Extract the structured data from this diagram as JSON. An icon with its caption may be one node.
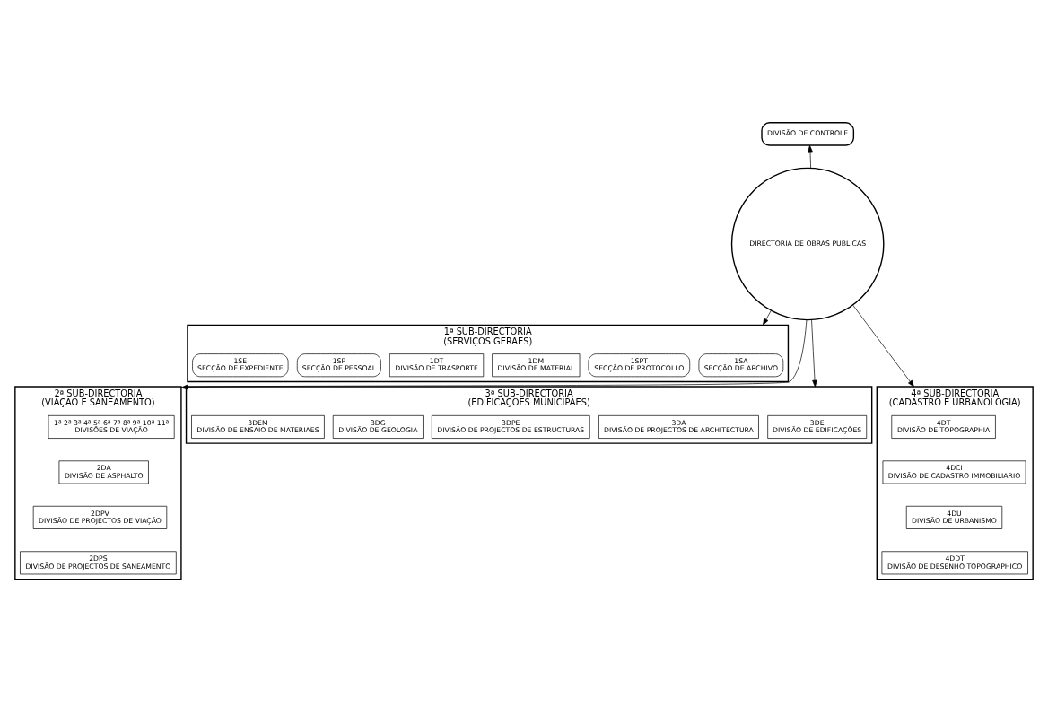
{
  "diagram": {
    "nodes": [
      {
        "text": [
          "DIVISÃO DE CONTROLE"
        ]
      },
      {
        "text": [
          "DIRECTORIA DE OBRAS PUBLICAS"
        ]
      },
      {
        "text": [
          "1ª SUB-DIRECTORIA",
          "(SERVIÇOS GERAES)"
        ]
      },
      {
        "text": [
          "1SA",
          "SECÇÃO DE ARCHIVO"
        ],
        "in": 2
      },
      {
        "text": [
          "1SPT",
          "SECÇÃO DE PROTOCOLLO"
        ],
        "in": 2
      },
      {
        "text": [
          "1DM",
          "DIVISÃO DE MATERIAL"
        ],
        "in": 2
      },
      {
        "text": [
          "1DT",
          "DIVISÃO DE TRASPORTE"
        ],
        "in": 2
      },
      {
        "text": [
          "1SP",
          "SECÇÃO DE PESSOAL"
        ],
        "in": 2
      },
      {
        "text": [
          "1SE",
          "SECÇÃO DE EXPEDIENTE"
        ],
        "in": 2
      },
      {
        "text": [
          "2ª SUB-DIRECTORIA",
          "(VIAÇÃO E SANEAMENTO)"
        ]
      },
      {
        "text": [
          "1ª 2ª 3ª 4ª 5ª 6ª 7ª 8ª 9ª 10ª 11ª",
          "DIVISÕES DE VIAÇÃO"
        ],
        "in": 9
      },
      {
        "text": [
          "2DA",
          "DIVISÃO DE ASPHALTO"
        ],
        "in": 9
      },
      {
        "text": [
          "2DPV",
          "DIVISÃO DE PROJECTOS DE VIAÇÃO"
        ],
        "in": 9
      },
      {
        "text": [
          "2DPS",
          "DIVISÃO DE PROJECTOS DE SANEAMENTO"
        ],
        "in": 9
      },
      {
        "text": [
          "3ª SUB-DIRECTORIA",
          "(EDIFICAÇÕES MUNICIPAES)"
        ]
      },
      {
        "text": [
          "3DE",
          "DIVISÃO DE EDIFICAÇÕES"
        ],
        "in": 14
      },
      {
        "text": [
          "3DA",
          "DIVISÃO DE PROJECTOS DE ARCHITECTURA"
        ],
        "in": 14
      },
      {
        "text": [
          "3DPE",
          "DIVISÃO DE PROJECTOS DE ESTRUCTURAS"
        ],
        "in": 14
      },
      {
        "text": [
          "3DG",
          "DIVISÃO DE GEOLOGIA"
        ],
        "in": 14
      },
      {
        "text": [
          "3DEM",
          "DIVISÃO DE ENSAIO DE MATERIAES"
        ],
        "in": 14
      },
      {
        "text": [
          "4ª SUB-DIRECTORIA",
          "(CADASTRO E URBANOLOGIA)"
        ]
      },
      {
        "text": [
          "4DT",
          "DIVISÃO DE TOPOGRAPHIA"
        ],
        "in": 20
      },
      {
        "text": [
          "4DCI",
          "DIVISÃO DE CADASTRO IMMOBILIARIO"
        ],
        "in": 20
      },
      {
        "text": [
          "4DU",
          "DIVISÃO DE URBANISMO"
        ],
        "in": 20
      },
      {
        "text": [
          "4DDT",
          "DIVISÃO DE DESENHO TOPOGRAPHICO"
        ],
        "in": 20
      }
    ],
    "edges": [
      {
        "from": 1,
        "to": 0,
        "arrow": "to"
      },
      {
        "from": 1,
        "to": 2,
        "arrow": "to"
      },
      {
        "from": 1,
        "to": 9,
        "arrow": "to"
      },
      {
        "from": 1,
        "to": 14,
        "arrow": "to"
      },
      {
        "from": 1,
        "to": 20,
        "arrow": "to"
      }
    ]
  }
}
